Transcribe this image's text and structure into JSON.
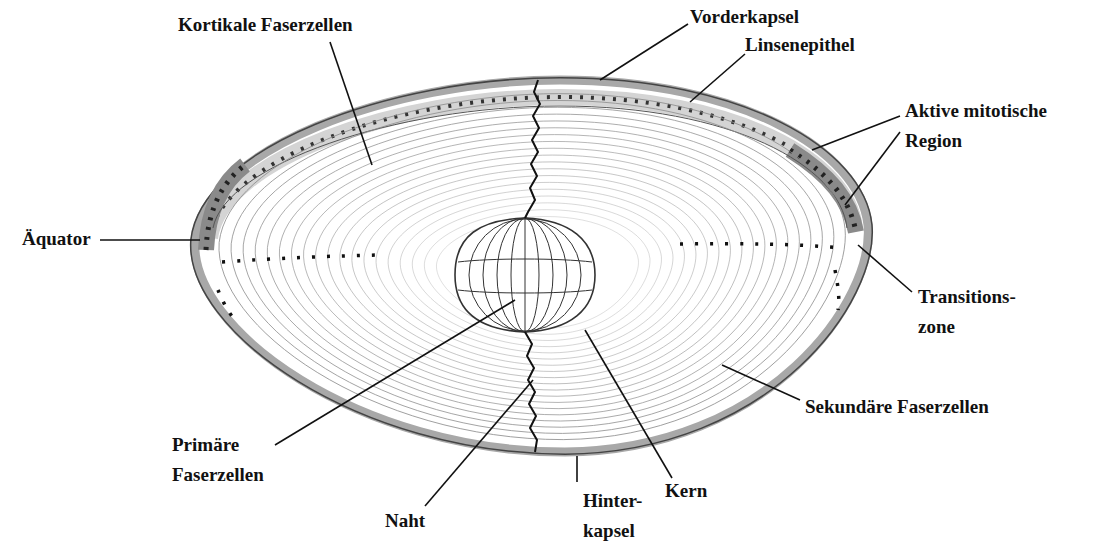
{
  "diagram": {
    "labels": [
      "Kortikale Faserzellen",
      "Vorderkapsel",
      "Linsenepithel",
      "Aktive mitotische Region",
      "Äquator",
      "Transitions- zone",
      "Sekundäre Faserzellen",
      "Primäre Faserzellen",
      "Naht",
      "Hinter- kapsel",
      "Kern"
    ]
  }
}
